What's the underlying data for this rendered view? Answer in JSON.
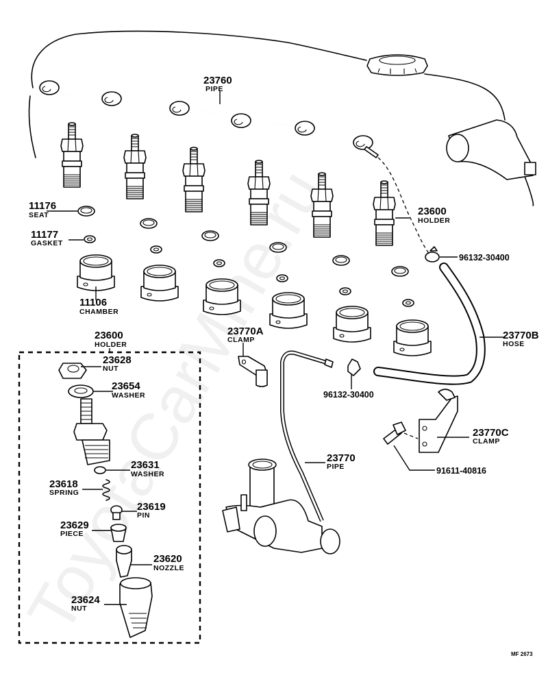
{
  "diagram": {
    "title": "Injection Nozzle & Fuel Pipe Assembly",
    "watermark": "ToyotaCarMine.ru",
    "figure_code": "MF  2673",
    "callouts": {
      "pipe_23760": {
        "number": "23760",
        "name": "PIPE"
      },
      "seat_11176": {
        "number": "11176",
        "name": "SEAT"
      },
      "gasket_11177": {
        "number": "11177",
        "name": "GASKET"
      },
      "chamber_11106": {
        "number": "11106",
        "name": "CHAMBER"
      },
      "holder_23600_top": {
        "number": "23600",
        "name": "HOLDER"
      },
      "clip_96132_top": {
        "number": "96132-30400"
      },
      "hose_23770b": {
        "number": "23770B",
        "name": "HOSE"
      },
      "clamp_23770a": {
        "number": "23770A",
        "name": "CLAMP"
      },
      "clip_96132_mid": {
        "number": "96132-30400"
      },
      "clamp_23770c": {
        "number": "23770C",
        "name": "CLAMP"
      },
      "bolt_91611": {
        "number": "91611-40816"
      },
      "pipe_23770": {
        "number": "23770",
        "name": "PIPE"
      },
      "holder_23600_box": {
        "number": "23600",
        "name": "HOLDER"
      },
      "nut_23628": {
        "number": "23628",
        "name": "NUT"
      },
      "washer_23654": {
        "number": "23654",
        "name": "WASHER"
      },
      "washer_23631": {
        "number": "23631",
        "name": "WASHER"
      },
      "spring_23618": {
        "number": "23618",
        "name": "SPRING"
      },
      "pin_23619": {
        "number": "23619",
        "name": "PIN"
      },
      "piece_23629": {
        "number": "23629",
        "name": "PIECE"
      },
      "nozzle_23620": {
        "number": "23620",
        "name": "NOZZLE"
      },
      "nut_23624": {
        "number": "23624",
        "name": "NUT"
      }
    }
  }
}
